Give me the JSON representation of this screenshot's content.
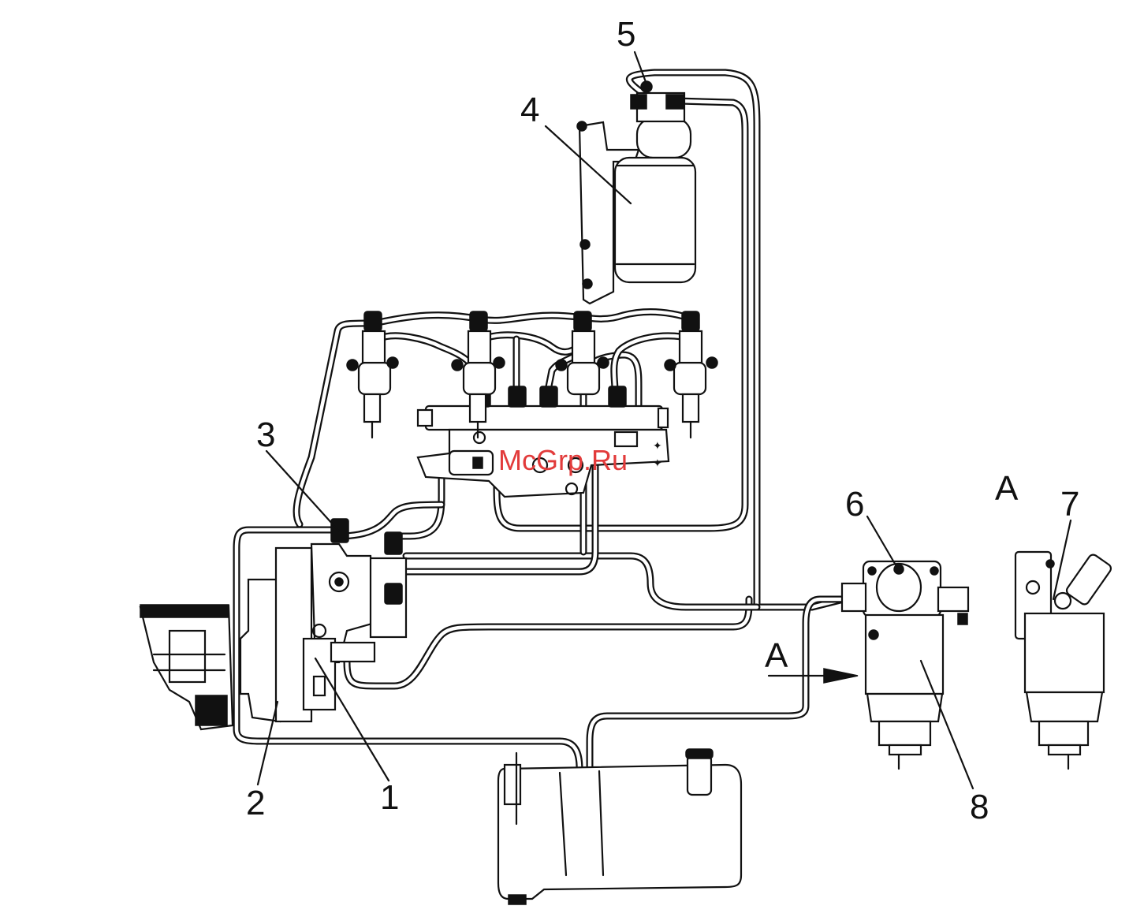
{
  "callouts": {
    "c1": "1",
    "c2": "2",
    "c3": "3",
    "c4": "4",
    "c5": "5",
    "c6": "6",
    "c7": "7",
    "c8": "8",
    "view_label": "A",
    "view_arrow_label": "A"
  },
  "watermark": "McGrp.Ru",
  "colors": {
    "line": "#111111",
    "watermark": "#e23b3b",
    "background": "#ffffff"
  }
}
